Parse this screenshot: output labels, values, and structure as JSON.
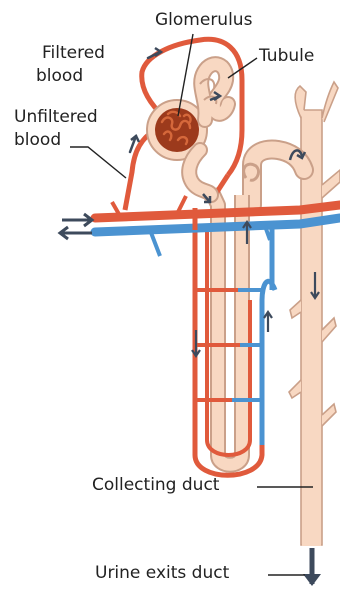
{
  "labels": {
    "glomerulus": "Glomerulus",
    "tubule": "Tubule",
    "filtered_blood_line1": "Filtered",
    "filtered_blood_line2": "blood",
    "unfiltered_blood_line1": "Unfiltered",
    "unfiltered_blood_line2": "blood",
    "collecting_duct": "Collecting duct",
    "urine_exits_duct": "Urine exits duct"
  },
  "colors": {
    "artery_red": "#e05a3c",
    "vein_blue": "#4b93d1",
    "tubule_fill": "#f8d8c2",
    "tubule_outline": "#caa089",
    "glomerulus_dark": "#9c3a1c",
    "glomerulus_light": "#d5683b",
    "arrow": "#3d4a5c",
    "leader_line": "#222222"
  }
}
